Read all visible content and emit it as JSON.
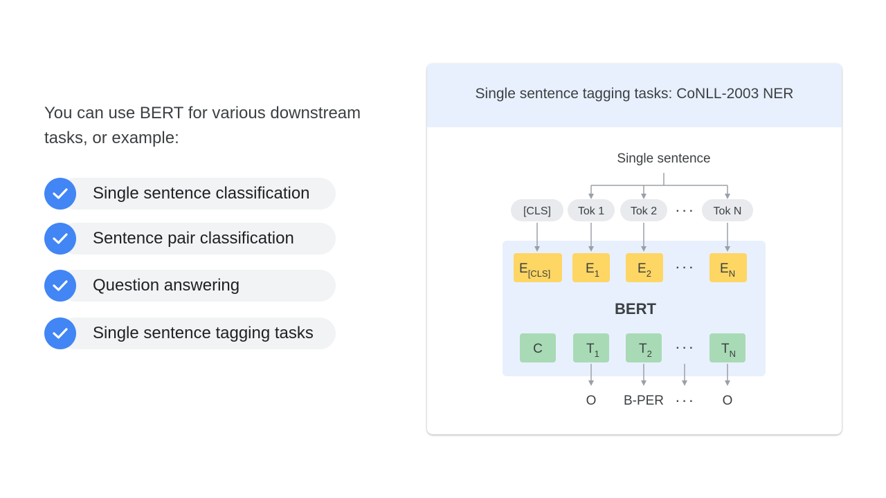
{
  "intro": {
    "line1": "You can use BERT for various downstream",
    "line2": "tasks, or example:"
  },
  "tasks": [
    {
      "label": "Single sentence classification"
    },
    {
      "label": "Sentence pair classification"
    },
    {
      "label": "Question answering"
    },
    {
      "label": "Single sentence tagging tasks"
    }
  ],
  "card": {
    "title": "Single sentence tagging tasks: CoNLL-2003 NER"
  },
  "diagram": {
    "input_label": "Single sentence",
    "tokens": [
      "[CLS]",
      "Tok 1",
      "Tok 2",
      "Tok N"
    ],
    "embeddings": [
      {
        "base": "E",
        "sub": "[CLS]"
      },
      {
        "base": "E",
        "sub": "1"
      },
      {
        "base": "E",
        "sub": "2"
      },
      {
        "base": "E",
        "sub": "N"
      }
    ],
    "model_label": "BERT",
    "outputs_hidden": [
      {
        "base": "C",
        "sub": ""
      },
      {
        "base": "T",
        "sub": "1"
      },
      {
        "base": "T",
        "sub": "2"
      },
      {
        "base": "T",
        "sub": "N"
      }
    ],
    "predictions": [
      "O",
      "B-PER",
      "O"
    ],
    "ellipsis": "· · ·"
  },
  "colors": {
    "check": "#4285f4",
    "pill": "#f1f3f4",
    "header": "#e8f0fe",
    "bert_box": "#e8f0fe",
    "token_pill": "#e8eaed",
    "embedding": "#fdd663",
    "hidden": "#a8dab5",
    "arrow": "#9aa0a6"
  }
}
